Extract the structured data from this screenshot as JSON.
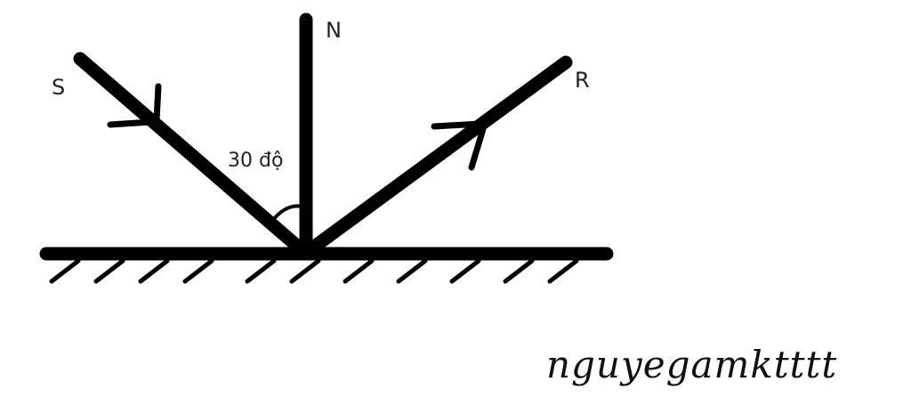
{
  "labels": {
    "incident": "S",
    "normal": "N",
    "reflected": "R",
    "angle": "30 độ"
  },
  "watermark": "nguyegamktttt",
  "colors": {
    "ink": "#000000",
    "text": "#222222",
    "background": "#ffffff"
  }
}
